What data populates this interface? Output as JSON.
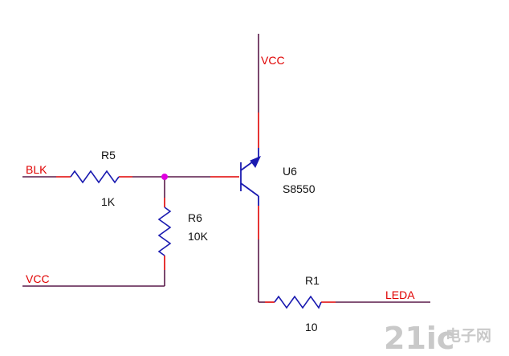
{
  "colors": {
    "wire": "#5a1a4a",
    "pin": "#e00000",
    "component": "#1a1ab0",
    "junction": "#e000e0",
    "net_label": "#e00000",
    "text": "#111111",
    "watermark": "#c9c9c9"
  },
  "nets": {
    "vcc_top": "VCC",
    "blk": "BLK",
    "vcc_bottom": "VCC",
    "leda": "LEDA"
  },
  "components": {
    "r5": {
      "ref": "R5",
      "value": "1K"
    },
    "r6": {
      "ref": "R6",
      "value": "10K"
    },
    "r1": {
      "ref": "R1",
      "value": "10"
    },
    "u6": {
      "ref": "U6",
      "value": "S8550"
    }
  },
  "watermark": {
    "logo": "21ic",
    "text": "电子网"
  }
}
